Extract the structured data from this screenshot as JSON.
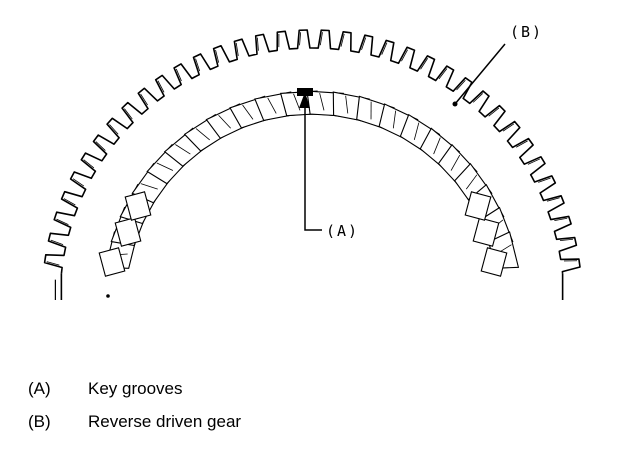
{
  "callouts": {
    "a": "(A)",
    "b": "(B)"
  },
  "legend": [
    {
      "code": "(A)",
      "text": "Key grooves"
    },
    {
      "code": "(B)",
      "text": "Reverse driven gear"
    }
  ],
  "colors": {
    "line": "#000000",
    "background": "#ffffff"
  }
}
